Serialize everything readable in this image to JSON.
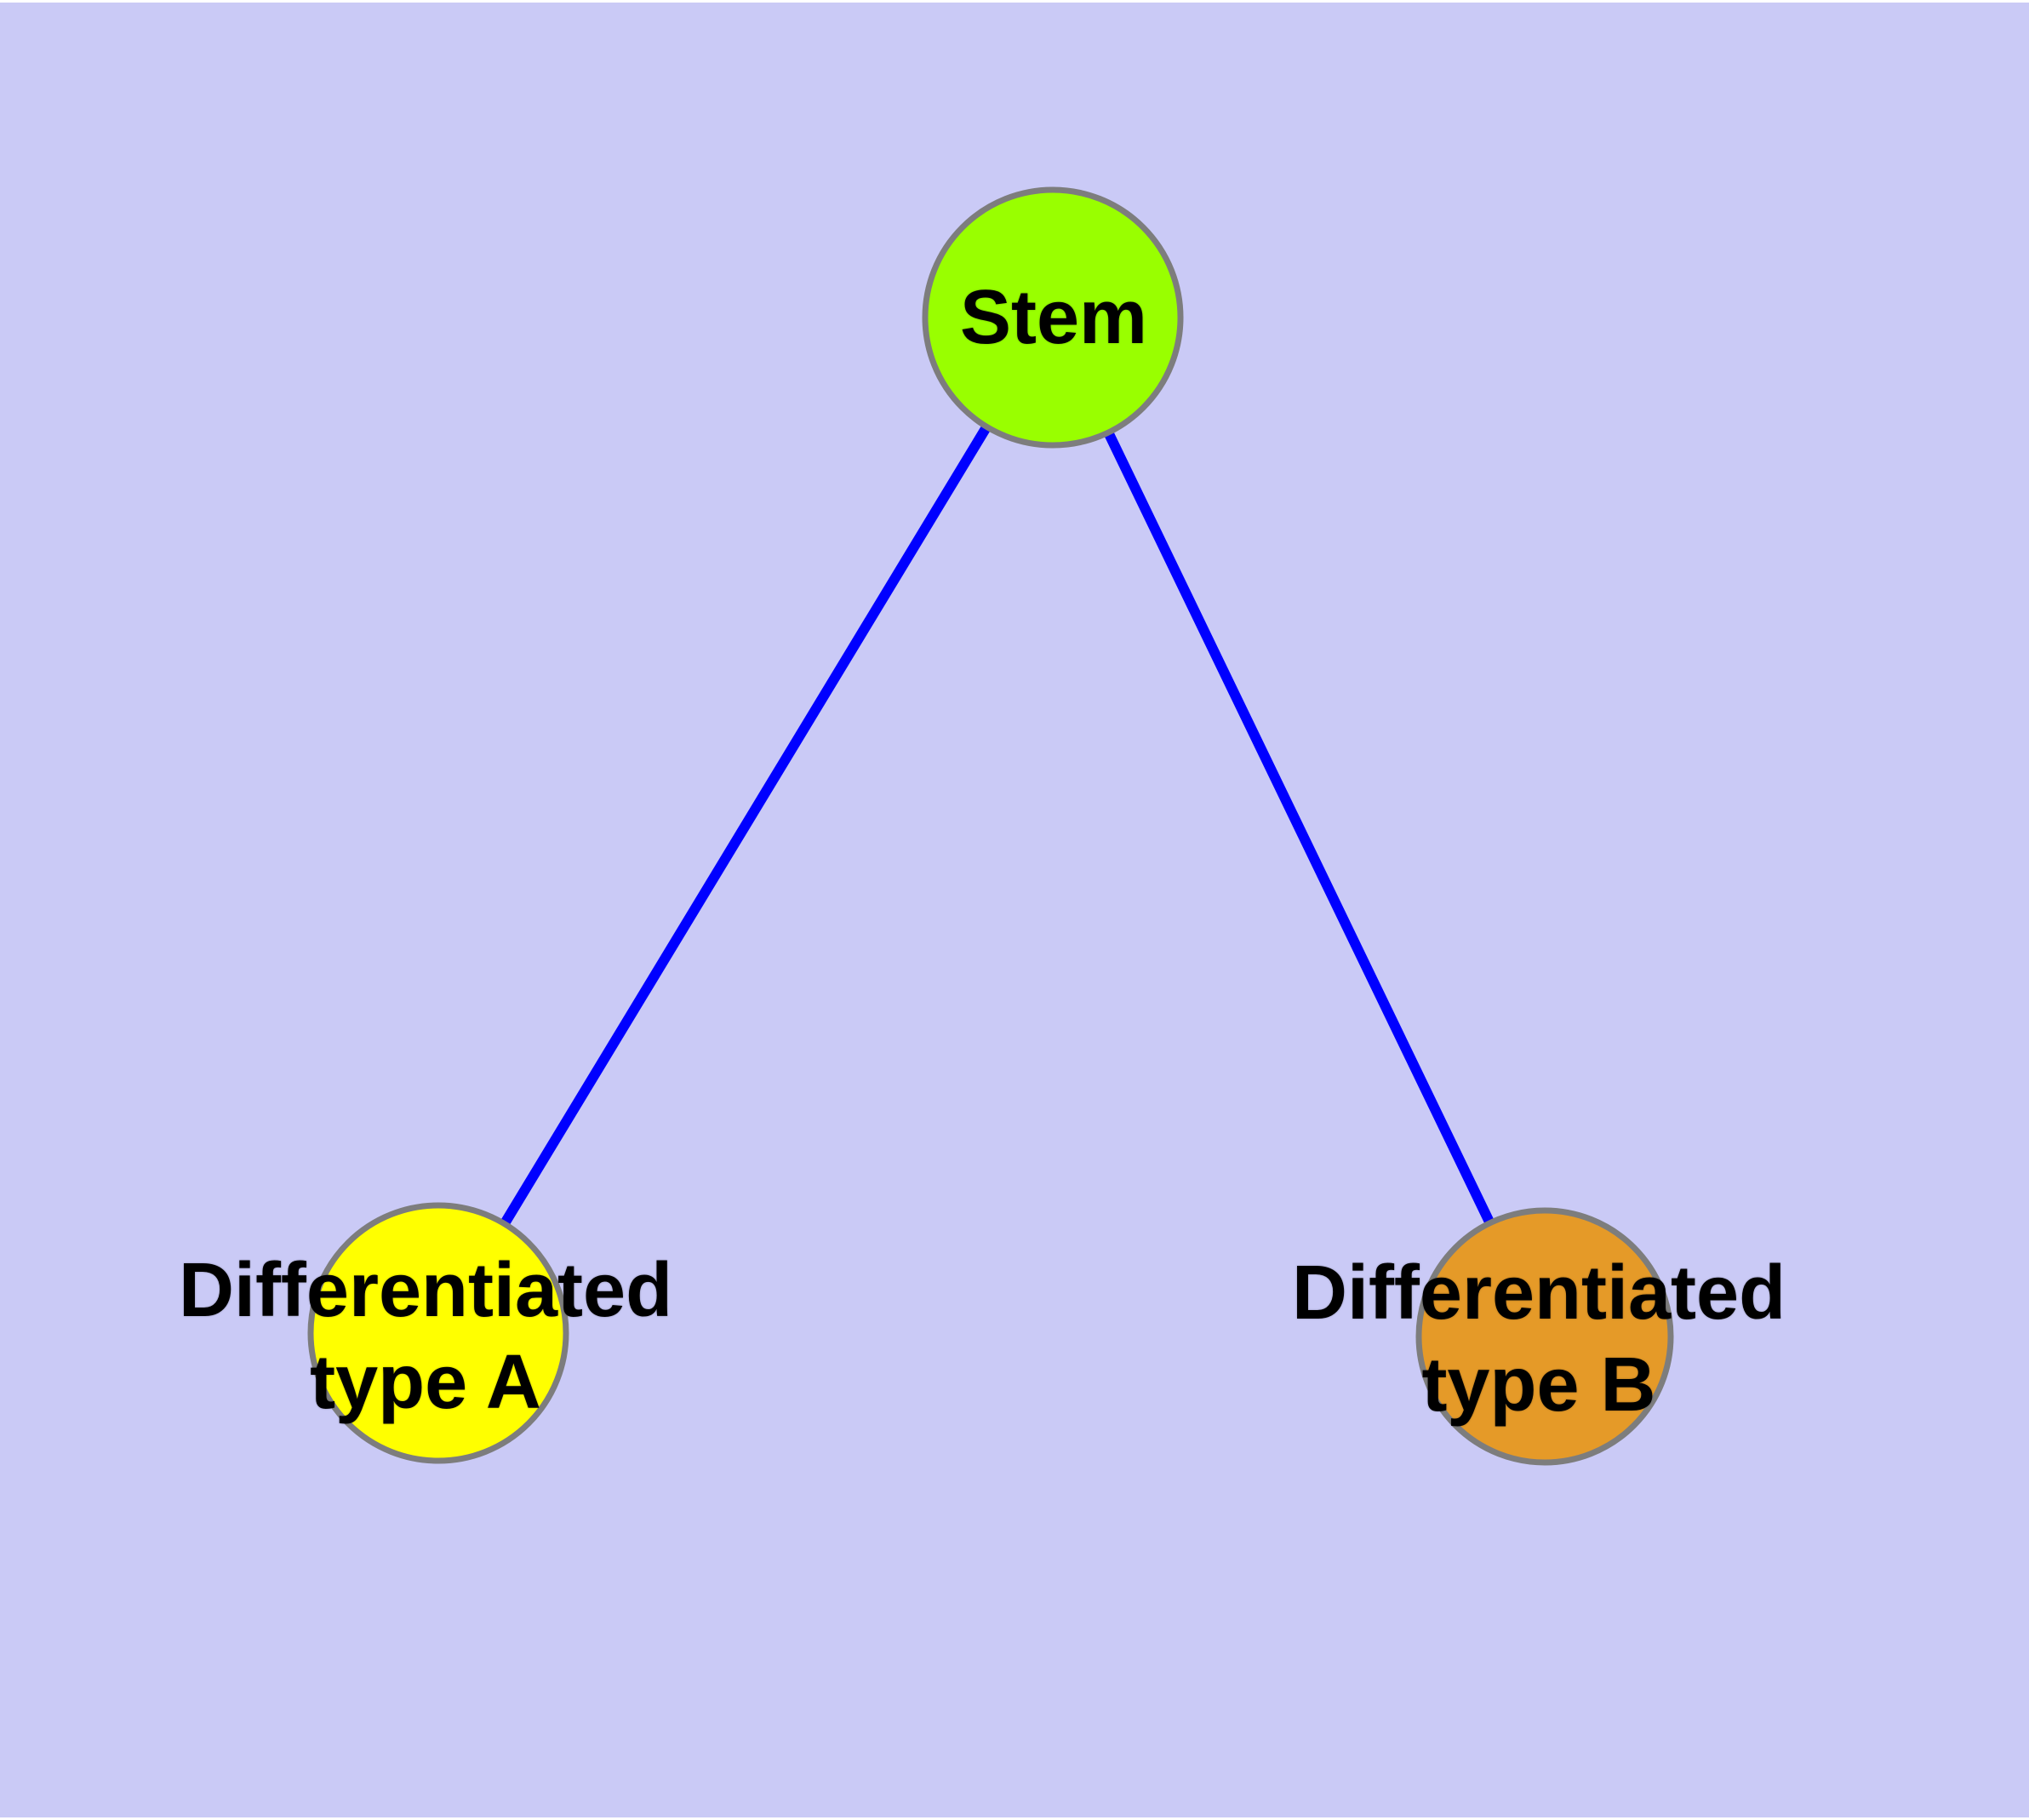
{
  "diagram": {
    "description": "Stem cell differentiation tree diagram",
    "background_color": "#cacaf6",
    "style": {
      "edge_color": "#0000ff",
      "node_border_color": "#7d7d7d",
      "label_color": "#000000"
    },
    "nodes": [
      {
        "id": "stem",
        "label": "Stem",
        "fill": "#99ff00"
      },
      {
        "id": "diff-a",
        "label_line1": "Differentiated",
        "label_line2": "type A",
        "fill": "#ffff00"
      },
      {
        "id": "diff-b",
        "label_line1": "Differentiated",
        "label_line2": "type B",
        "fill": "#e59a28"
      }
    ],
    "edges": [
      {
        "from": "stem",
        "to": "diff-a"
      },
      {
        "from": "stem",
        "to": "diff-b"
      }
    ]
  }
}
